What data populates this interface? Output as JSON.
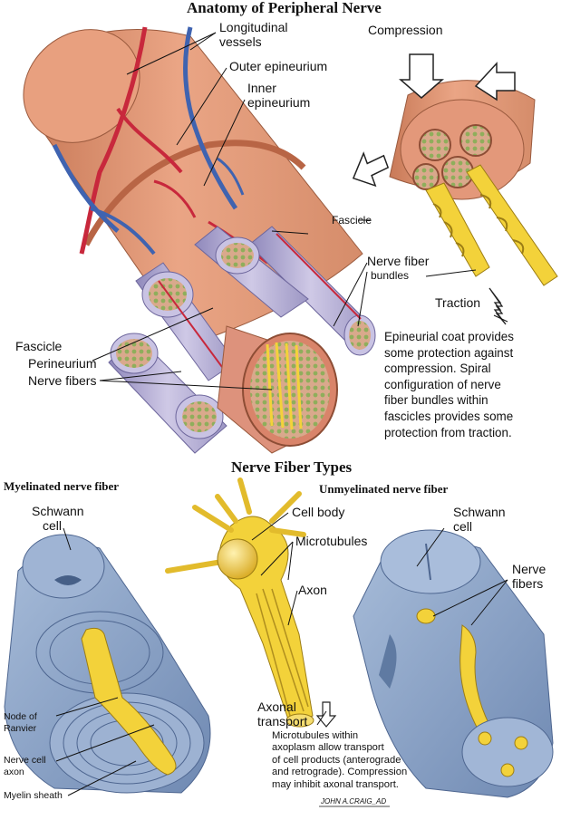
{
  "titles": {
    "main": "Anatomy of Peripheral Nerve",
    "types": "Nerve Fiber Types",
    "myelinated": "Myelinated nerve fiber",
    "unmyelinated": "Unmyelinated nerve fiber"
  },
  "labels": {
    "longitudinal_vessels_1": "Longitudinal",
    "longitudinal_vessels_2": "vessels",
    "outer_epineurium": "Outer epineurium",
    "inner_epineurium_1": "Inner",
    "inner_epineurium_2": "epineurium",
    "compression": "Compression",
    "fascicle_small": "Fascicle",
    "nerve_fiber_1": "Nerve fiber",
    "nerve_fiber_2": "bundles",
    "traction": "Traction",
    "fascicle": "Fascicle",
    "perineurium": "Perineurium",
    "nerve_fibers": "Nerve fibers",
    "schwann_left_1": "Schwann",
    "schwann_left_2": "cell",
    "cell_body": "Cell body",
    "microtubules": "Microtubules",
    "axon": "Axon",
    "axonal_transport_1": "Axonal",
    "axonal_transport_2": "transport",
    "schwann_right_1": "Schwann",
    "schwann_right_2": "cell",
    "nerve_fibers_right_1": "Nerve",
    "nerve_fibers_right_2": "fibers",
    "node_1": "Node of",
    "node_2": "Ranvier",
    "nerve_cell_axon_1": "Nerve cell",
    "nerve_cell_axon_2": "axon",
    "myelin_sheath": "Myelin sheath",
    "signature": "JOHN A.CRAIG_AD"
  },
  "captions": {
    "epineurial": [
      "Epineurial coat provides",
      "some protection against",
      "compression. Spiral",
      "configuration of nerve",
      "fiber bundles within",
      "fascicles provides some",
      "protection from traction."
    ],
    "microtubules": [
      "Microtubules within",
      "axoplasm allow transport",
      "of cell products (anterograde",
      "and retrograde). Compression",
      "may inhibit axonal transport."
    ]
  },
  "colors": {
    "nerve_tissue": "#e29a78",
    "nerve_tissue_dark": "#c4704f",
    "artery": "#c8283c",
    "vein": "#3f63b0",
    "fascicle_sheath": "#b9b3d6",
    "fiber_yellow": "#f3d23a",
    "schwann_blue": "#8ea6c8",
    "schwann_dark": "#5f7aa2"
  }
}
